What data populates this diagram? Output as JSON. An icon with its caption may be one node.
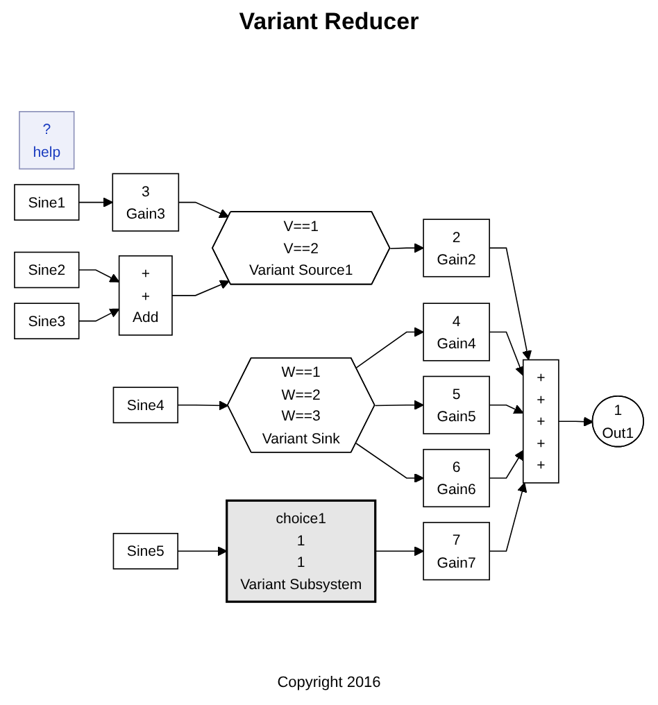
{
  "diagram": {
    "title": "Variant Reducer",
    "caption": "Copyright 2016",
    "nodes": [
      {
        "text": [
          "?",
          "help"
        ]
      },
      {
        "text": [
          "Sine1"
        ]
      },
      {
        "text": [
          "3",
          "Gain3"
        ]
      },
      {
        "text": [
          "V==1",
          "V==2",
          "Variant Source1"
        ]
      },
      {
        "text": [
          "2",
          "Gain2"
        ]
      },
      {
        "text": [
          "Sine2"
        ]
      },
      {
        "text": [
          "+",
          "+",
          "Add"
        ]
      },
      {
        "text": [
          "Sine3"
        ]
      },
      {
        "text": [
          "+",
          "+",
          "+",
          "+",
          "+"
        ]
      },
      {
        "text": [
          "Sine4"
        ]
      },
      {
        "text": [
          "W==1",
          "W==2",
          "W==3",
          "Variant Sink"
        ]
      },
      {
        "text": [
          "4",
          "Gain4"
        ]
      },
      {
        "text": [
          "5",
          "Gain5"
        ]
      },
      {
        "text": [
          "6",
          "Gain6"
        ]
      },
      {
        "text": [
          "1",
          "Out1"
        ]
      },
      {
        "text": [
          "Sine5"
        ]
      },
      {
        "text": [
          "choice1",
          "1",
          "1",
          "Variant Subsystem"
        ]
      },
      {
        "text": [
          "7",
          "Gain7"
        ]
      }
    ],
    "edges": [
      {
        "from": 1,
        "to": 2,
        "arrow": "to"
      },
      {
        "from": 2,
        "to": 3,
        "arrow": "to"
      },
      {
        "from": 3,
        "to": 4,
        "arrow": "to"
      },
      {
        "from": 5,
        "to": 6,
        "arrow": "to"
      },
      {
        "from": 7,
        "to": 6,
        "arrow": "to"
      },
      {
        "from": 6,
        "to": 3,
        "arrow": "to"
      },
      {
        "from": 4,
        "to": 8,
        "arrow": "to"
      },
      {
        "from": 9,
        "to": 10,
        "arrow": "to"
      },
      {
        "from": 10,
        "to": 11,
        "arrow": "to"
      },
      {
        "from": 10,
        "to": 12,
        "arrow": "to"
      },
      {
        "from": 10,
        "to": 13,
        "arrow": "to"
      },
      {
        "from": 11,
        "to": 8,
        "arrow": "to"
      },
      {
        "from": 12,
        "to": 8,
        "arrow": "to"
      },
      {
        "from": 13,
        "to": 8,
        "arrow": "to"
      },
      {
        "from": 8,
        "to": 14,
        "arrow": "to"
      },
      {
        "from": 15,
        "to": 16,
        "arrow": "to"
      },
      {
        "from": 16,
        "to": 17,
        "arrow": "to"
      },
      {
        "from": 17,
        "to": 8,
        "arrow": "to"
      }
    ]
  }
}
